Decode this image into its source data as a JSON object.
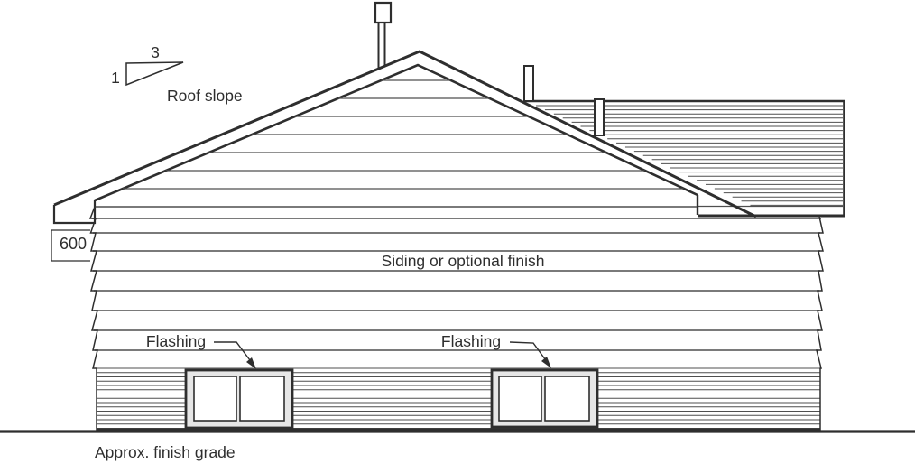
{
  "drawing": {
    "type": "architectural-elevation",
    "labels": {
      "slope_run": "3",
      "slope_rise": "1",
      "roof_slope": "Roof slope",
      "eave_dimension": "600",
      "siding": "Siding or optional finish",
      "flashing_left": "Flashing",
      "flashing_right": "Flashing",
      "finish_grade": "Approx. finish grade"
    },
    "colors": {
      "line": "#2e2e2e",
      "thin_line": "#4f4f4f",
      "window_frame_fill": "#e6e6e6",
      "background": "#ffffff"
    }
  }
}
